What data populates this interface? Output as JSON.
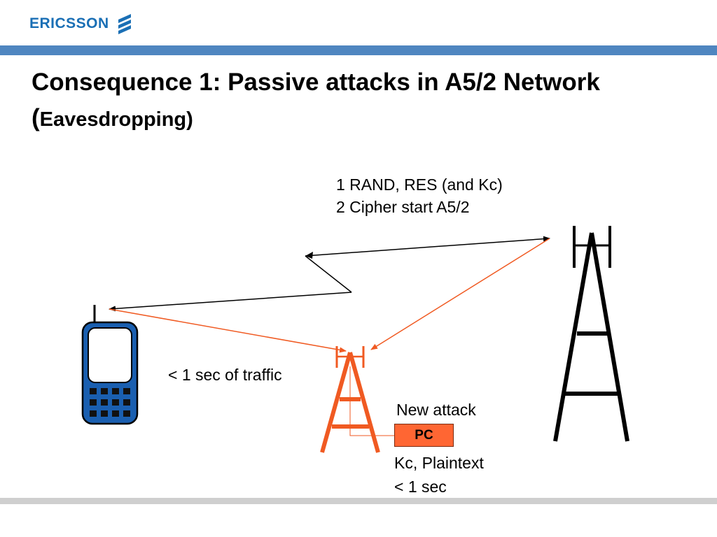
{
  "header": {
    "logo_text": "ERICSSON",
    "logo_icon": "ericsson-stripes-icon"
  },
  "title": {
    "main": "Consequence 1: Passive attacks in A5/2 Network",
    "sub_open": "(",
    "sub_text": "Eavesdropping)"
  },
  "labels": {
    "step1": "1  RAND, RES (and Kc)",
    "step2": "2  Cipher start A5/2",
    "traffic": "< 1 sec of traffic",
    "new_attack": "New attack",
    "pc": "PC",
    "result1": "Kc, Plaintext",
    "result2": "< 1 sec"
  },
  "colors": {
    "brand_blue": "#1a6fb5",
    "top_bar": "#4f86c0",
    "attacker_orange": "#f05a22",
    "phone_blue": "#1a5fb0",
    "pc_fill": "#ff6633"
  }
}
